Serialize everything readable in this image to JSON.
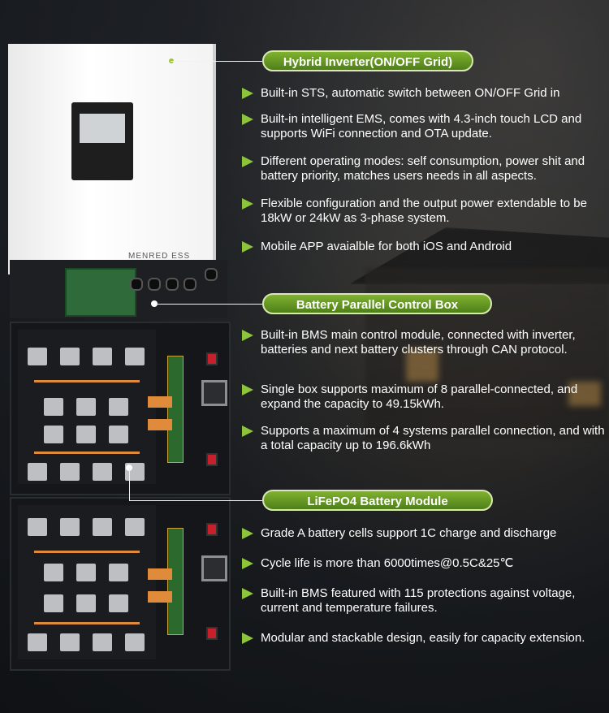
{
  "colors": {
    "accent_green": "#7fb22f",
    "arrow_green": "#8cc43a",
    "text": "#ffffff"
  },
  "product": {
    "brand": "MENRED ESS"
  },
  "sections": [
    {
      "title": "Hybrid Inverter(ON/OFF Grid)",
      "bullets": [
        "Built-in STS, automatic switch between ON/OFF Grid in",
        "Built-in intelligent EMS, comes with 4.3-inch touch LCD and supports WiFi connection and OTA update.",
        "Different operating modes: self consumption, power shit and battery priority, matches users needs in all aspects.",
        "Flexible configuration and the output power extendable to be 18kW or 24kW as 3-phase system.",
        "Mobile APP avaialble for both iOS and Android"
      ]
    },
    {
      "title": "Battery Parallel Control Box",
      "bullets": [
        "Built-in BMS main control module, connected with inverter, batteries and next battery clusters through CAN protocol.",
        "Single box supports maximum of 8 parallel-connected, and expand the capacity to 49.15kWh.",
        "Supports a maximum of 4 systems parallel connection, and with a total capacity up to 196.6kWh"
      ]
    },
    {
      "title": "LiFePO4 Battery Module",
      "bullets": [
        "Grade A battery cells support 1C charge and discharge",
        "Cycle life is more than 6000times@0.5C&25℃",
        "Built-in BMS featured with 115 protections against voltage, current and temperature failures.",
        "Modular and stackable design, easily for capacity extension."
      ]
    }
  ]
}
